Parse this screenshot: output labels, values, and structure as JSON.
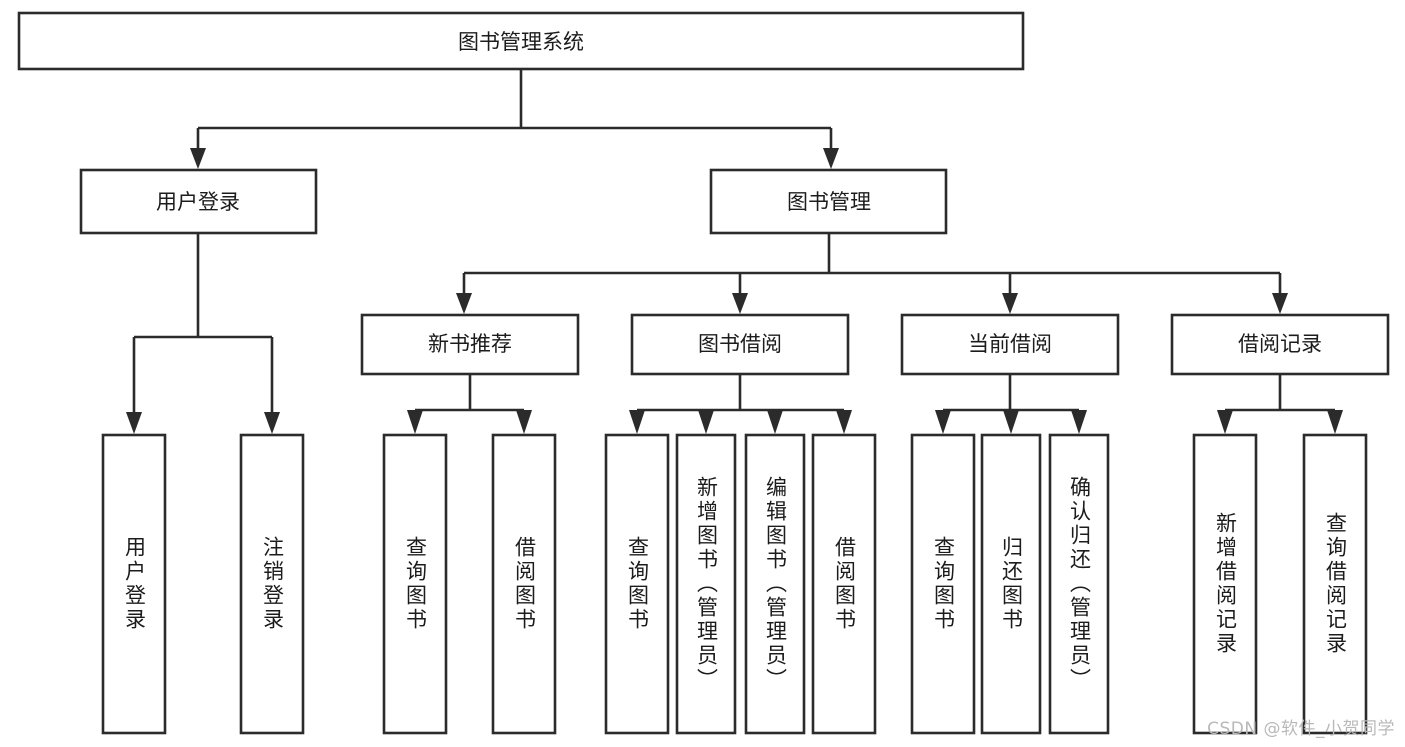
{
  "diagram": {
    "title": "图书管理系统",
    "type": "tree-hierarchy",
    "orientation": "top-down",
    "theme": {
      "box_fill": "#ffffff",
      "box_stroke": "#2b2b2b",
      "text_color": "#1c1c1c",
      "background": "#ffffff",
      "watermark_color": "#b9b9b9"
    },
    "root": {
      "id": "root",
      "label": "图书管理系统"
    },
    "level2": [
      {
        "id": "user-login",
        "label": "用户登录"
      },
      {
        "id": "book-manage",
        "label": "图书管理"
      }
    ],
    "level3": [
      {
        "id": "new-book-recommend",
        "label": "新书推荐",
        "parent": "book-manage"
      },
      {
        "id": "book-borrow",
        "label": "图书借阅",
        "parent": "book-manage"
      },
      {
        "id": "current-borrow",
        "label": "当前借阅",
        "parent": "book-manage"
      },
      {
        "id": "borrow-record",
        "label": "借阅记录",
        "parent": "book-manage"
      }
    ],
    "leaves": [
      {
        "id": "leaf-user-login",
        "label": "用户登录",
        "parent": "user-login"
      },
      {
        "id": "leaf-user-logout",
        "label": "注销登录",
        "parent": "user-login"
      },
      {
        "id": "leaf-query-book-1",
        "label": "查询图书",
        "parent": "new-book-recommend"
      },
      {
        "id": "leaf-borrow-book-1",
        "label": "借阅图书",
        "parent": "new-book-recommend"
      },
      {
        "id": "leaf-query-book-2",
        "label": "查询图书",
        "parent": "book-borrow"
      },
      {
        "id": "leaf-add-book",
        "label": "新增图书（管理员）",
        "parent": "book-borrow"
      },
      {
        "id": "leaf-edit-book",
        "label": "编辑图书（管理员）",
        "parent": "book-borrow"
      },
      {
        "id": "leaf-borrow-book-2",
        "label": "借阅图书",
        "parent": "book-borrow"
      },
      {
        "id": "leaf-query-book-3",
        "label": "查询图书",
        "parent": "current-borrow"
      },
      {
        "id": "leaf-return-book",
        "label": "归还图书",
        "parent": "current-borrow"
      },
      {
        "id": "leaf-confirm-return",
        "label": "确认归还（管理员）",
        "parent": "current-borrow"
      },
      {
        "id": "leaf-add-record",
        "label": "新增借阅记录",
        "parent": "borrow-record"
      },
      {
        "id": "leaf-query-record",
        "label": "查询借阅记录",
        "parent": "borrow-record"
      }
    ],
    "watermark": "CSDN @软件_小贺同学"
  }
}
